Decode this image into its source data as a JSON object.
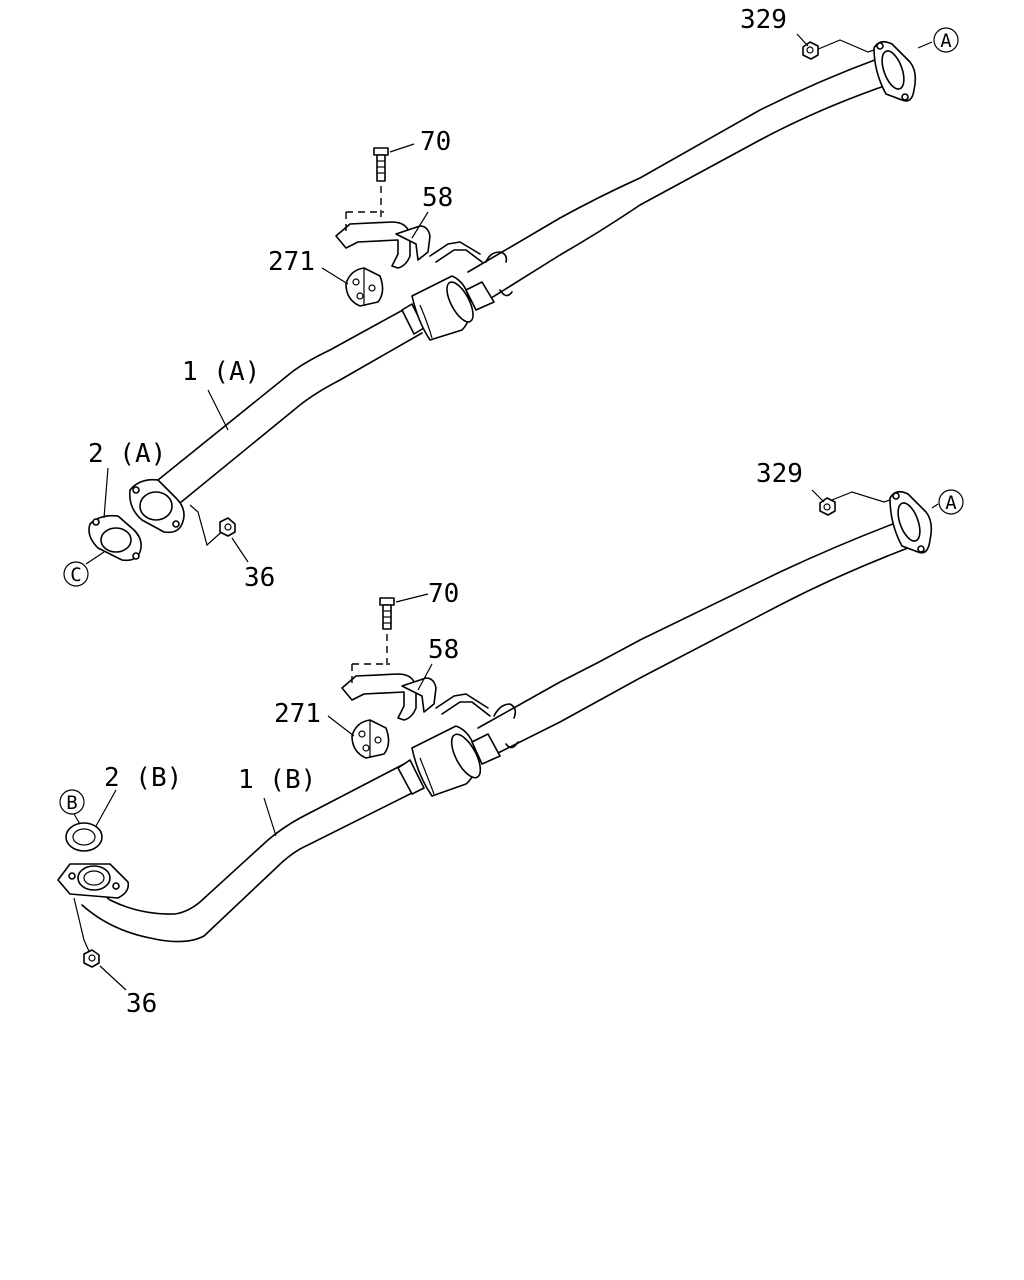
{
  "upper_assembly": {
    "pipe": "1 (A)",
    "gasket": "2 (A)",
    "bolt": "70",
    "bracket": "58",
    "rubber_mount": "271",
    "flange_nut": "329",
    "lower_nut": "36",
    "ref_front": "C",
    "ref_rear": "A"
  },
  "lower_assembly": {
    "pipe": "1 (B)",
    "gasket": "2 (B)",
    "bolt": "70",
    "bracket": "58",
    "rubber_mount": "271",
    "flange_nut": "329",
    "lower_nut": "36",
    "ref_front": "B",
    "ref_rear": "A"
  }
}
